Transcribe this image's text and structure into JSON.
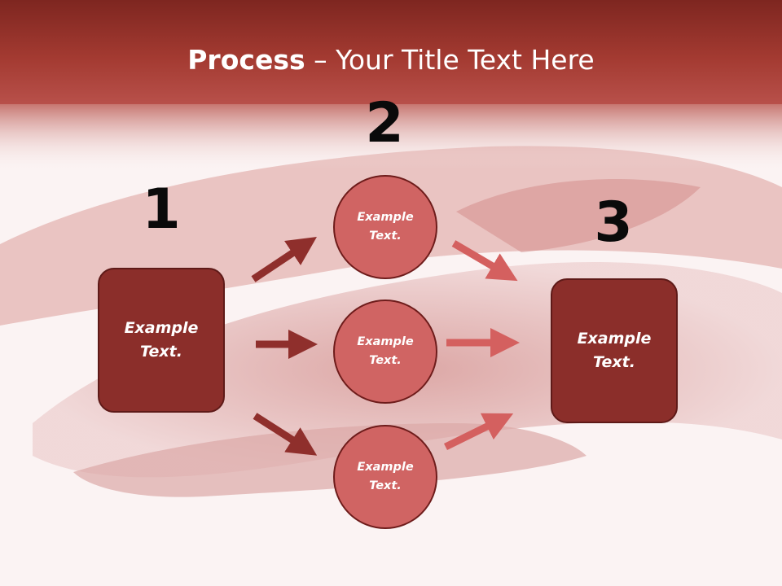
{
  "title": {
    "bold": "Process",
    "rest": " – Your Title Text Here"
  },
  "steps": [
    {
      "number": "1",
      "label": "Example Text."
    },
    {
      "number": "2"
    },
    {
      "number": "3",
      "label": "Example Text."
    }
  ],
  "circles": [
    {
      "label": "Example Text."
    },
    {
      "label": "Example Text."
    },
    {
      "label": "Example Text."
    }
  ],
  "colors": {
    "header": "#8e2a24",
    "box": "#8b2e2a",
    "circle": "#d06463",
    "arrow_dark": "#8f2f2c",
    "arrow_light": "#d4605f"
  }
}
